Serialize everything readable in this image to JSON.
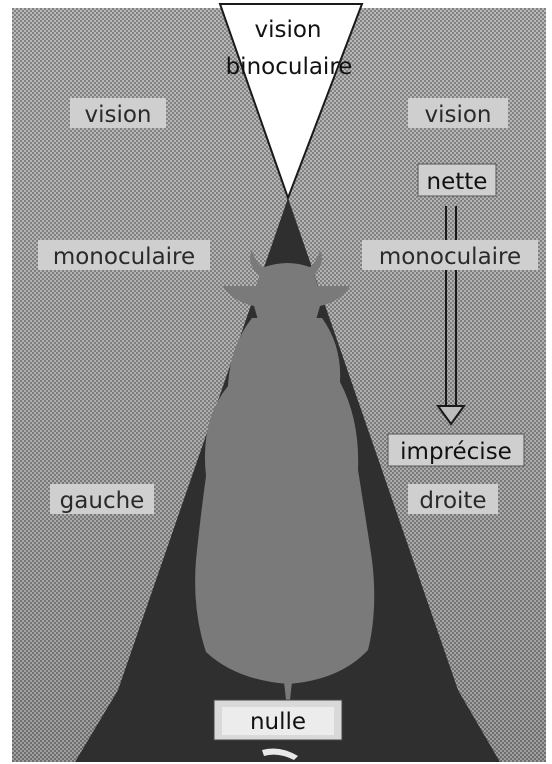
{
  "labels": {
    "binocular_line1": "vision",
    "binocular_line2": "binoculaire",
    "left_line1": "vision",
    "left_line2": "monoculaire",
    "left_line3": "gauche",
    "right_line1": "vision",
    "right_sharp": "nette",
    "right_line2": "monoculaire",
    "right_blurry": "imprécise",
    "right_line3": "droite",
    "rear": "nulle"
  },
  "colors": {
    "background_hatch": "#9a9a9a",
    "rear_cone": "#2f2f2f",
    "cow_body": "#7a7a7a",
    "binocular_cone": "#ffffff",
    "label_box": "#cfcfcf"
  },
  "icons": {
    "cow": "cow-top-view-silhouette",
    "arrow": "double-line-down-arrow"
  }
}
